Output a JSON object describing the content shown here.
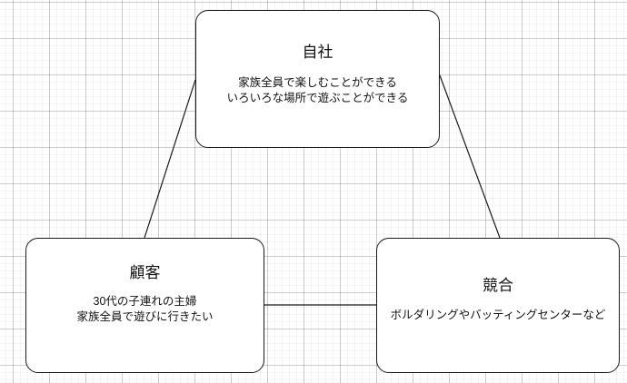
{
  "diagram": {
    "type": "3c-analysis",
    "background": {
      "grid": "graph-paper",
      "minor_color": "#f0f0f0",
      "major_color": "#d9d9d9",
      "page_color": "#ffffff"
    },
    "style": {
      "node_border_color": "#1a1a1a",
      "node_fill_color": "#ffffff",
      "connector_color": "#1a1a1a",
      "text_color": "#111111"
    },
    "nodes": [
      {
        "id": "company",
        "title": "自社",
        "body": "家族全員で楽しむことができる\nいろいろな場所で遊ぶことができる"
      },
      {
        "id": "customer",
        "title": "顧客",
        "body": "30代の子連れの主婦\n家族全員で遊びに行きたい"
      },
      {
        "id": "competitor",
        "title": "競合",
        "body": "ボルダリングやバッティングセンターなど"
      }
    ],
    "connectors": [
      {
        "id": "company-customer",
        "from": "company",
        "to": "customer"
      },
      {
        "id": "company-competitor",
        "from": "company",
        "to": "competitor"
      },
      {
        "id": "customer-competitor",
        "from": "customer",
        "to": "competitor"
      }
    ]
  }
}
